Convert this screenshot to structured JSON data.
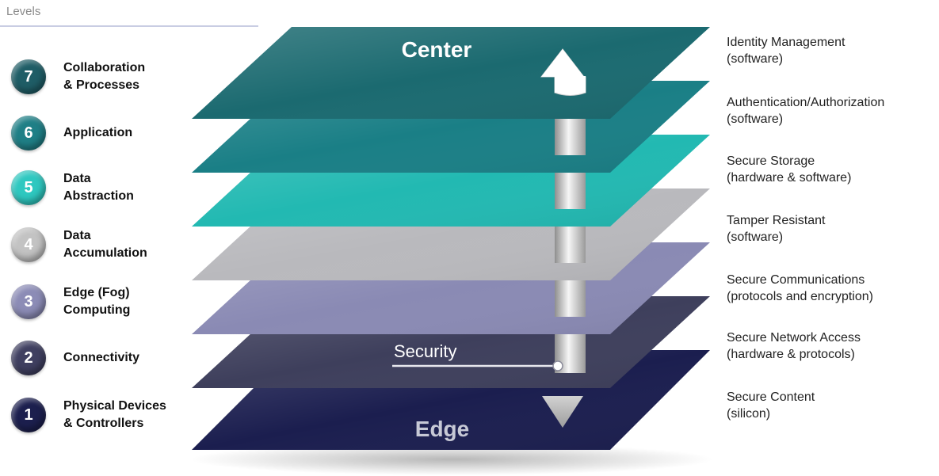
{
  "header": {
    "title": "Levels"
  },
  "levels": [
    {
      "number": "7",
      "line1": "Collaboration",
      "line2": "& Processes",
      "color": "#1f5d66"
    },
    {
      "number": "6",
      "line1": "Application",
      "line2": "",
      "color": "#1f7f86"
    },
    {
      "number": "5",
      "line1": "Data",
      "line2": "Abstraction",
      "color": "#2ec8c0"
    },
    {
      "number": "4",
      "line1": "Data",
      "line2": "Accumulation",
      "color": "#c3c3c3"
    },
    {
      "number": "3",
      "line1": "Edge (Fog)",
      "line2": "Computing",
      "color": "#8c8cb6"
    },
    {
      "number": "2",
      "line1": "Connectivity",
      "line2": "",
      "color": "#3f3f60"
    },
    {
      "number": "1",
      "line1": "Physical Devices",
      "line2": "& Controllers",
      "color": "#1c1f4e"
    }
  ],
  "stack": {
    "top_label": "Center",
    "bottom_label": "Edge",
    "security_label": "Security",
    "layer_colors": [
      "#1b6a70",
      "#1a7f86",
      "#22b9b2",
      "#b9b9bd",
      "#8a8ab4",
      "#3e3f5c",
      "#1b1e4f"
    ]
  },
  "descriptions": [
    {
      "line1": "Identity Management",
      "line2": "(software)"
    },
    {
      "line1": "Authentication/Authorization",
      "line2": "(software)"
    },
    {
      "line1": "Secure Storage",
      "line2": "(hardware & software)"
    },
    {
      "line1": "Tamper Resistant",
      "line2": "(software)"
    },
    {
      "line1": "Secure Communications",
      "line2": "(protocols and encryption)"
    },
    {
      "line1": "Secure Network Access",
      "line2": "(hardware & protocols)"
    },
    {
      "line1": "Secure Content",
      "line2": "(silicon)"
    }
  ]
}
